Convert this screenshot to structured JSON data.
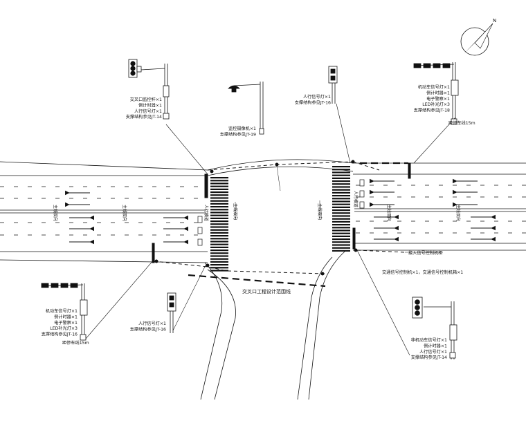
{
  "north_symbol": "N",
  "callouts": {
    "top_left": [
      "交叉口监控杆×1",
      "倒计时器×1",
      "人行信号灯×1",
      "支撑结构参见JT-14"
    ],
    "top_center": [
      "监控摄像机×1",
      "支撑结构参见JT-19"
    ],
    "top_mid_right": [
      "人行信号灯×1",
      "支撑结构参见JT-16"
    ],
    "top_right": [
      "机动车信号灯×1",
      "倒计时器×1",
      "电子警察×1",
      "LED补光灯×3",
      "支撑结构参见JT-18"
    ],
    "top_right_extra": "距停车线15m",
    "bottom_left": [
      "机动车信号灯×1",
      "倒计时器×1",
      "电子警察×1",
      "LED补光灯×3",
      "支撑结构参见JT-16"
    ],
    "bottom_left_extra": "距停车线15m",
    "bottom_center": [
      "人行信号灯×1",
      "支撑结构参见JT-16"
    ],
    "bottom_right": [
      "非机动车信号灯×1",
      "倒计时器×1",
      "人行信号灯×1",
      "支撑结构参见JT-14"
    ],
    "right_detector": "接入信号控制机柜",
    "right_cabinet": "交通信号控制机×1，交通信号控制机箱×1",
    "boundary": "交叉口工程设计范围线"
  },
  "road_labels": {
    "west_1": "主线双向",
    "west_2": "主线双向",
    "center_left": "主线双向",
    "center_right": "主线双向",
    "east_1": "主线双向",
    "east_2": "主线双向"
  },
  "crossing_labels": {
    "west": "人行横道",
    "east": "人行横道"
  },
  "colors": {
    "line": "#111111",
    "background": "#ffffff"
  }
}
